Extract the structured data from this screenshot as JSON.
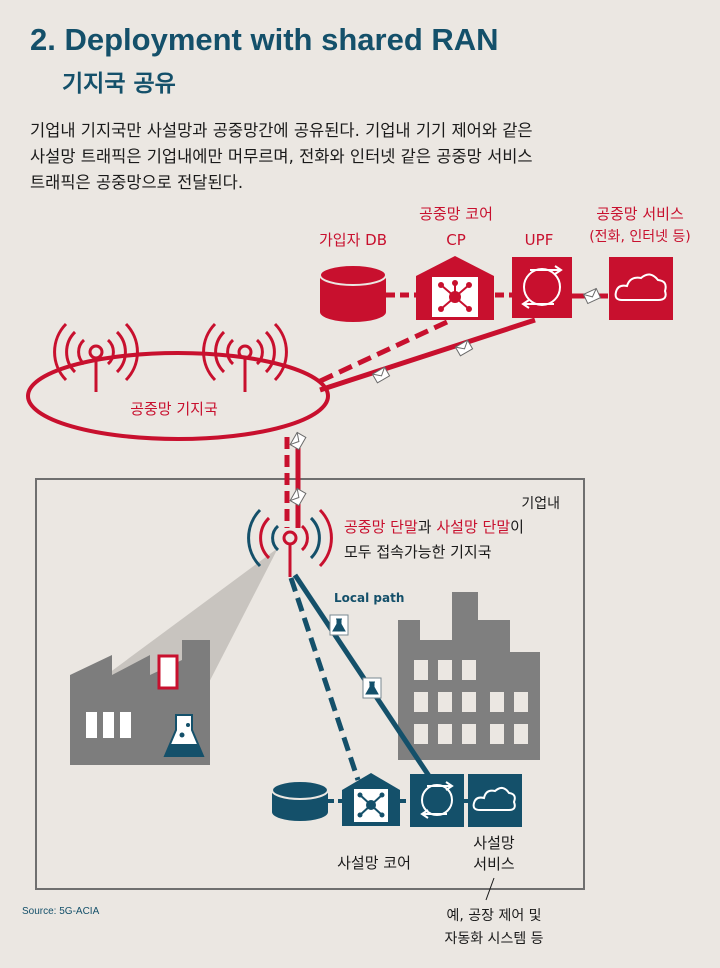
{
  "header": {
    "title": "2. Deployment with shared RAN",
    "subtitle": "기지국 공유"
  },
  "description": [
    "기업내 기지국만 사설망과 공중망간에 공유된다. 기업내 기기 제어와 같은",
    "사설망 트래픽은 기업내에만 머무르며, 전화와 인터넷 같은 공중망 서비스",
    "트래픽은 공중망으로 전달된다."
  ],
  "public_network": {
    "core_label": "공중망 코어",
    "subscriber_db_label": "가입자 DB",
    "cp_label": "CP",
    "upf_label": "UPF",
    "service_label": "공중망 서비스",
    "service_sub_label": "(전화, 인터넷 등)",
    "base_station_label": "공중망 기지국"
  },
  "enterprise": {
    "area_label": "기업내",
    "station_label_red_1": "공중망 단말",
    "station_label_dark_1": "과 ",
    "station_label_red_2": "사설망 단말",
    "station_label_dark_2": "이",
    "station_label_line2": "모두 접속가능한 기지국",
    "local_path_label": "Local path",
    "private_core_label": "사설망 코어",
    "private_service_label_1": "사설망",
    "private_service_label_2": "서비스",
    "example_label_1": "예, 공장 제어 및",
    "example_label_2": "자동화 시스템 등"
  },
  "source": "Source: 5G-ACIA",
  "colors": {
    "public": "#c8102e",
    "private": "#14506a",
    "factory": "#7d7d7d",
    "building": "#7f7f7f",
    "background": "#ebe7e2"
  }
}
